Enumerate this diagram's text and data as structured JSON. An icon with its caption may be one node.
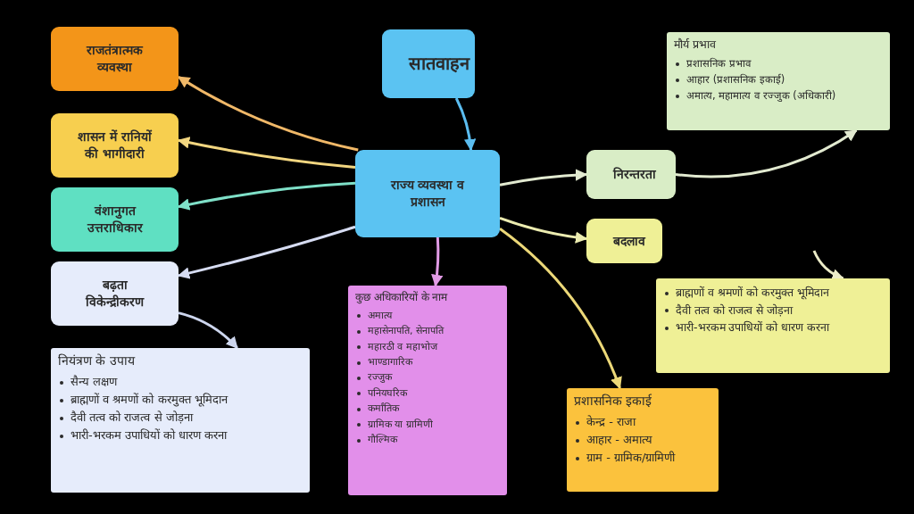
{
  "diagram": {
    "nodes": [
      {
        "text": [
          "सातवाहन"
        ]
      },
      {
        "text": [
          "राज्य व्यवस्था व प्रशासन"
        ]
      },
      {
        "text": [
          "राजतंत्रात्मक व्यवस्था"
        ]
      },
      {
        "text": [
          "शासन में रानियों की भागीदारी"
        ]
      },
      {
        "text": [
          "वंशानुगत उत्तराधिकार"
        ]
      },
      {
        "text": [
          "बढ़ता विकेन्द्रीकरण"
        ]
      },
      {
        "text": [
          "नियंत्रण के उपाय",
          "सैन्य लक्षण",
          "ब्राह्मणों व श्रमणों को करमुक्त भूमिदान",
          "दैवी तत्व को राजत्व से जोड़ना",
          "भारी-भरकम उपाधियों को धारण करना"
        ]
      },
      {
        "text": [
          "कुछ अधिकारियों के नाम",
          "अमात्य",
          "महासेनापति, सेनापति",
          "महारठी व महाभोज",
          "भाण्डागारिक",
          "रज्जुक",
          "पनियघरिक",
          "कर्मांतिक",
          "ग्रामिक या ग्रामिणी",
          "गौल्मिक"
        ]
      },
      {
        "text": [
          "निरन्तरता"
        ]
      },
      {
        "text": [
          "मौर्य प्रभाव",
          "प्रशासनिक प्रभाव",
          "आहार (प्रशासनिक इकाई)",
          "अमात्य, महामात्य व रज्जुक (अधिकारी)"
        ]
      },
      {
        "text": [
          "बदलाव"
        ]
      },
      {
        "text": [
          "ब्राह्मणों व श्रमणों को करमुक्त भूमिदान",
          "दैवी तत्व को राजत्व से जोड़ना",
          "भारी-भरकम उपाधियों को धारण करना"
        ]
      },
      {
        "text": [
          "प्रशासनिक इकाई",
          "केन्द्र - राजा",
          "आहार - अमात्य",
          "ग्राम - ग्रामिक/ग्रामिणी"
        ]
      }
    ],
    "edges": [
      {
        "from": 0,
        "to": 1,
        "arrow": "to",
        "color": "#5bbdf0"
      },
      {
        "from": 1,
        "to": 2,
        "arrow": "to",
        "color": "#f0b868"
      },
      {
        "from": 1,
        "to": 3,
        "arrow": "to",
        "color": "#f2d680"
      },
      {
        "from": 1,
        "to": 4,
        "arrow": "to",
        "color": "#7fe0c8"
      },
      {
        "from": 1,
        "to": 5,
        "arrow": "to",
        "color": "#d6dcf2"
      },
      {
        "from": 5,
        "to": 6,
        "arrow": "to",
        "color": "#cdd6ee"
      },
      {
        "from": 1,
        "to": 7,
        "arrow": "to",
        "color": "#e29be6"
      },
      {
        "from": 1,
        "to": 8,
        "arrow": "to",
        "color": "#e2ead0"
      },
      {
        "from": 8,
        "to": 9,
        "arrow": "to",
        "color": "#e2ead0"
      },
      {
        "from": 1,
        "to": 10,
        "arrow": "to",
        "color": "#ececb0"
      },
      {
        "from": null,
        "to": 11,
        "arrow": "to",
        "color": "#ececc8"
      },
      {
        "from": 1,
        "to": 12,
        "arrow": "to",
        "color": "#ecd878"
      }
    ]
  }
}
